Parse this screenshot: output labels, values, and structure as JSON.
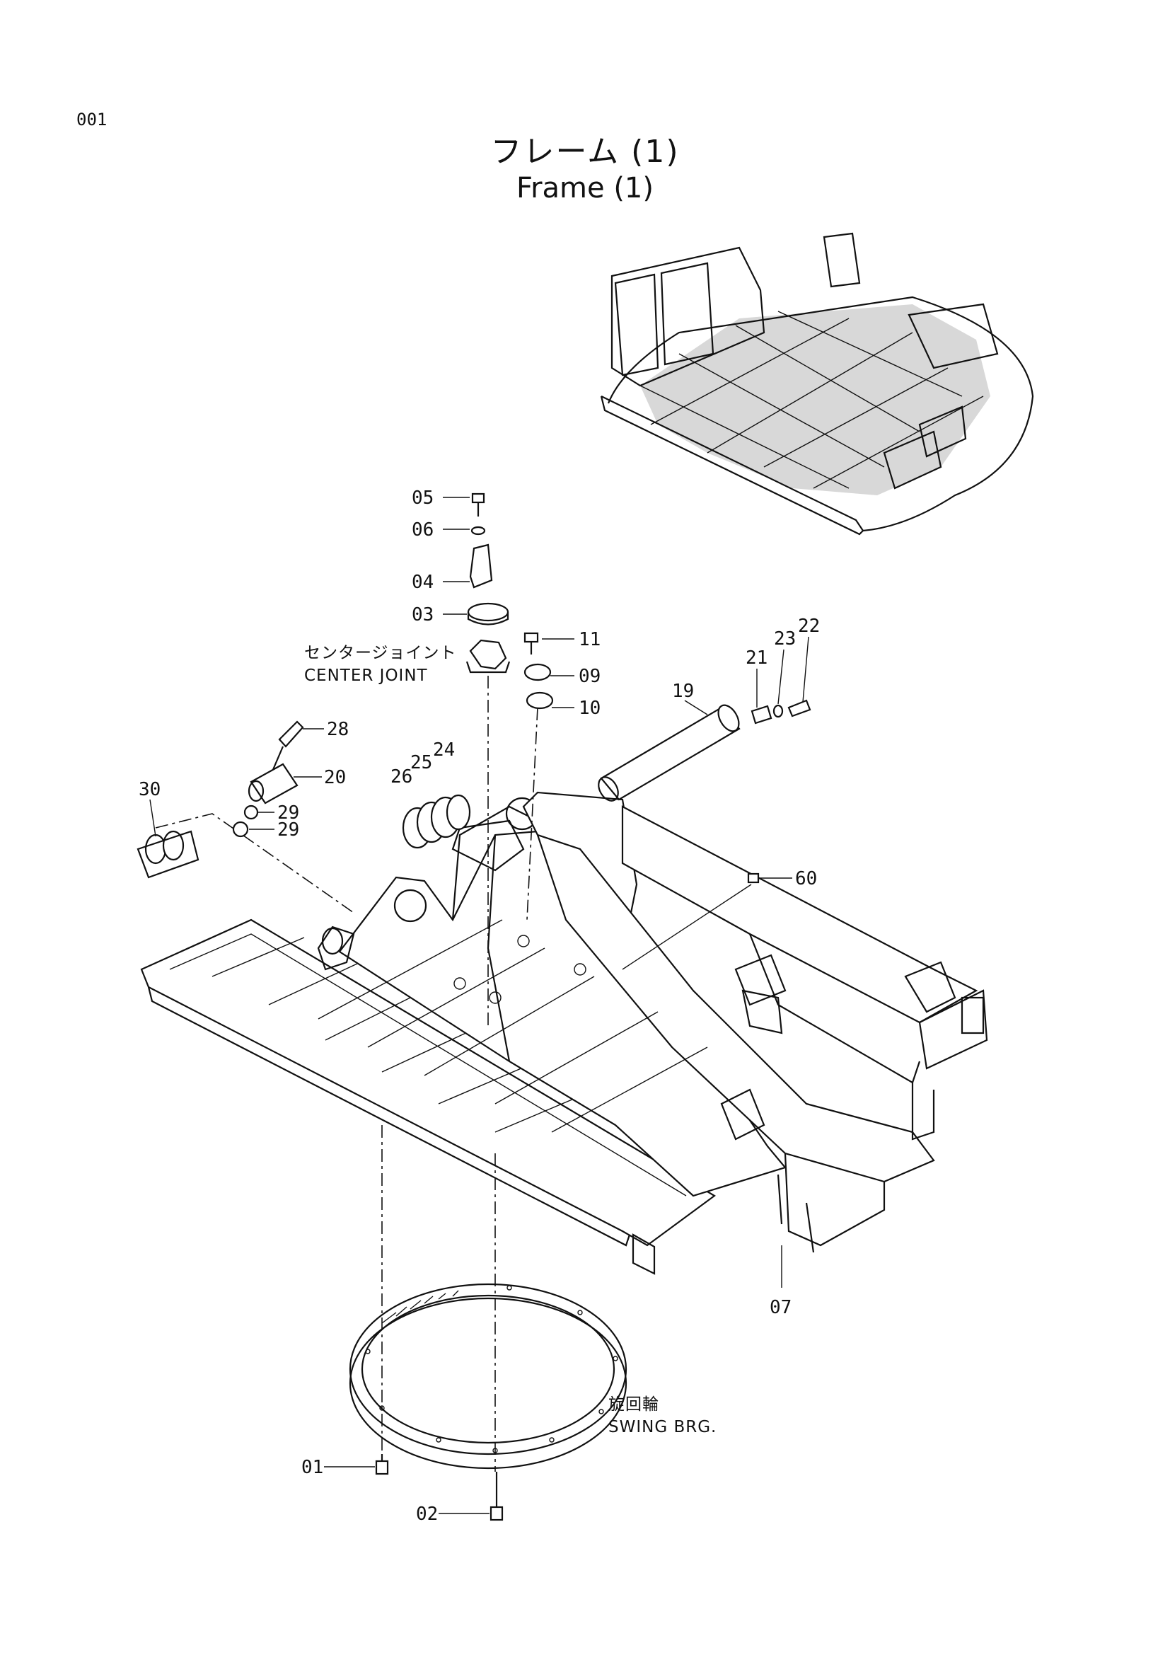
{
  "page": {
    "id": "001"
  },
  "title": {
    "jp": "フレーム (1)",
    "en": "Frame (1)"
  },
  "labels": {
    "center_joint_jp": "センタージョイント",
    "center_joint_en": "CENTER JOINT",
    "swing_brg_jp": "旋回輪",
    "swing_brg_en": "SWING BRG."
  },
  "callouts": {
    "c05": "05",
    "c06": "06",
    "c04": "04",
    "c03": "03",
    "c11": "11",
    "c09": "09",
    "c10": "10",
    "c19": "19",
    "c21": "21",
    "c23": "23",
    "c22": "22",
    "c28": "28",
    "c20": "20",
    "c30": "30",
    "c29a": "29",
    "c29b": "29",
    "c26": "26",
    "c25": "25",
    "c24": "24",
    "c60": "60",
    "c07": "07",
    "c01": "01",
    "c02": "02"
  }
}
